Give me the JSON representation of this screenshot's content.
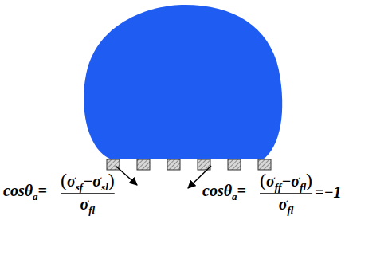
{
  "diagram": {
    "labels": [
      "cosθ",
      "a",
      "=",
      "(",
      "σ",
      "sf",
      "−σ",
      "sl",
      ")",
      "σ",
      "fl",
      "cosθ",
      "a",
      "=",
      "(",
      "σ",
      "ff",
      "−σ",
      "fl",
      ")",
      "=−1",
      "σ",
      "fl"
    ]
  }
}
